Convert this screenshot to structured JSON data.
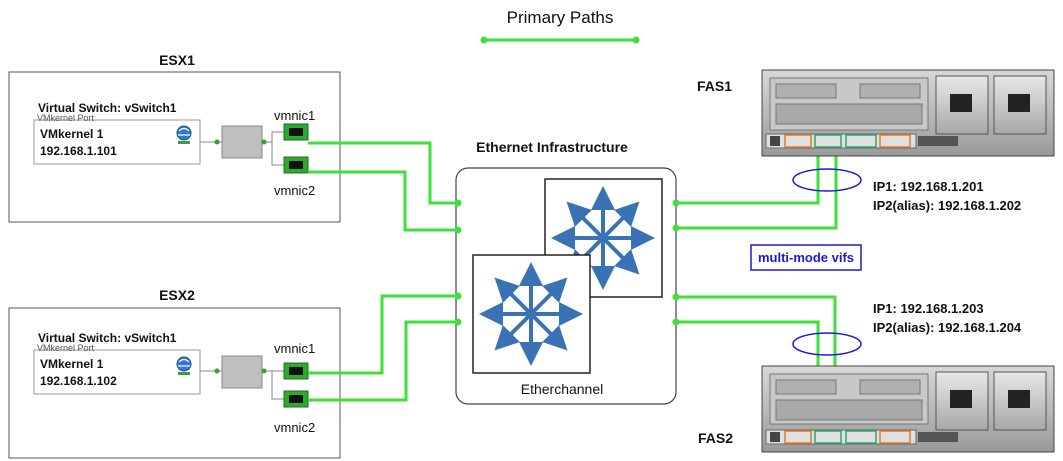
{
  "legend": {
    "label": "Primary Paths",
    "color": "#3fe03a"
  },
  "esx1": {
    "title": "ESX1",
    "vswitch_label": "Virtual Switch: vSwitch1",
    "port_group_label": "VMkernel Port",
    "vmkernel_name": "VMkernel 1",
    "vmkernel_ip": "192.168.1.101",
    "nic1": "vmnic1",
    "nic2": "vmnic2"
  },
  "esx2": {
    "title": "ESX2",
    "vswitch_label": "Virtual Switch: vSwitch1",
    "port_group_label": "VMkernel Port",
    "vmkernel_name": "VMkernel 1",
    "vmkernel_ip": "192.168.1.102",
    "nic1": "vmnic1",
    "nic2": "vmnic2"
  },
  "ethernet": {
    "title": "Ethernet Infrastructure",
    "etherchannel_label": "Etherchannel"
  },
  "fas1": {
    "title": "FAS1",
    "ip1": "IP1: 192.168.1.201",
    "ip2": "IP2(alias):  192.168.1.202"
  },
  "fas2": {
    "title": "FAS2",
    "ip1": "IP1: 192.168.1.203",
    "ip2": "IP2(alias):  192.168.1.204"
  },
  "vif_label": "multi-mode vifs",
  "colors": {
    "link": "#3fe03a",
    "vif_border": "#1a1ad0",
    "switch_arrow": "#3a73b5",
    "nic_green": "#2fa82f"
  },
  "icons": [
    "vmkernel-globe-icon",
    "switch-arrows-icon",
    "vmnic-port-icon",
    "storage-controller-icon"
  ]
}
